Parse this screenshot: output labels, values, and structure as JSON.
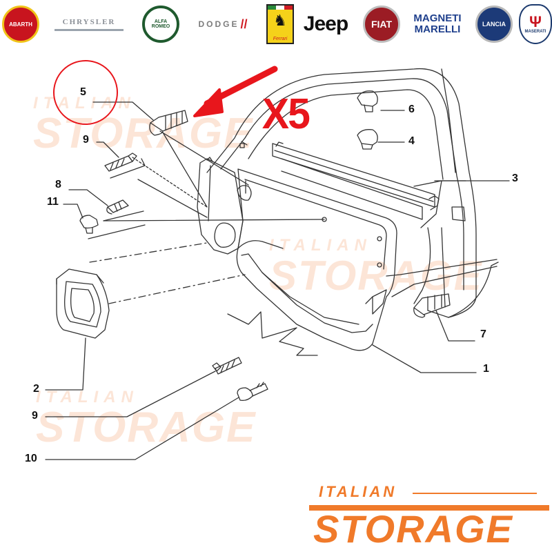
{
  "brands": [
    {
      "name": "ABARTH",
      "icon": "abarth-scorpion-badge"
    },
    {
      "name": "CHRYSLER",
      "icon": "chrysler-wings-badge"
    },
    {
      "name": "ALFA ROMEO",
      "icon": "alfa-romeo-badge"
    },
    {
      "name": "DODGE",
      "icon": "dodge-wordmark"
    },
    {
      "name": "Ferrari",
      "icon": "ferrari-prancing-horse-shield"
    },
    {
      "name": "Jeep",
      "icon": "jeep-wordmark"
    },
    {
      "name": "FIAT",
      "icon": "fiat-badge"
    },
    {
      "name": "MAGNETI MARELLI",
      "icon": "magneti-marelli-wordmark"
    },
    {
      "name": "LANCIA",
      "icon": "lancia-badge"
    },
    {
      "name": "MASERATI",
      "icon": "maserati-trident-badge"
    }
  ],
  "watermark": {
    "line1": "ITALIAN",
    "line2": "STORAGE"
  },
  "logo": {
    "line1": "ITALIAN",
    "line2": "STORAGE",
    "color": "#f07a2a"
  },
  "callout": {
    "quantity": "X5",
    "color": "#e8161c"
  },
  "labels": {
    "p5": "5",
    "p9a": "9",
    "p8": "8",
    "p11": "11",
    "p6": "6",
    "p4": "4",
    "p3": "3",
    "p7": "7",
    "p1": "1",
    "p2": "2",
    "p9b": "9",
    "p10": "10"
  },
  "colors": {
    "line": "#333333",
    "highlight": "#e8161c",
    "watermark": "#f4a06e"
  }
}
